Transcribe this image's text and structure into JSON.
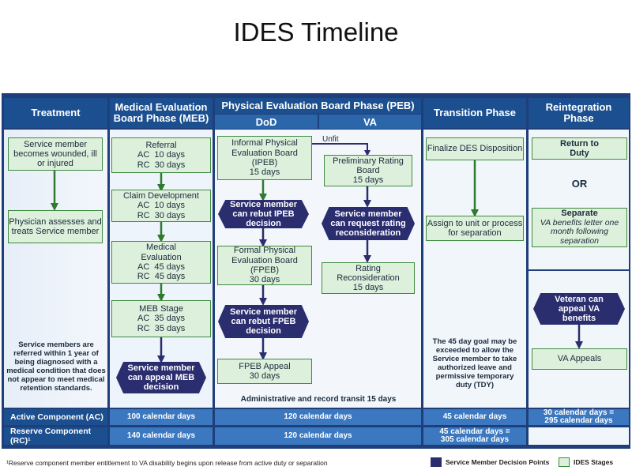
{
  "title": "IDES Timeline",
  "colors": {
    "dark_header": "#1b4f8f",
    "stage_green": "#ddf0dc",
    "decision_navy": "#2a2d6e",
    "bar_blue": "#3b78c0"
  },
  "headers": {
    "treatment": "Treatment",
    "meb": "Medical Evaluation Board Phase (MEB)",
    "peb": "Physical Evaluation Board Phase (PEB)",
    "peb_dod": "DoD",
    "peb_va": "VA",
    "transition": "Transition Phase",
    "reintegration": "Reintegration Phase"
  },
  "treatment": {
    "stage1": "Service member becomes wounded, ill or injured",
    "stage2": "Physician assesses and treats Service member",
    "note": "Service members are referred within 1 year of being diagnosed with a medical condition that does not appear to meet medical retention standards."
  },
  "meb": {
    "referral": {
      "name": "Referral",
      "ac": "AC  10 days",
      "rc": "RC  30 days"
    },
    "claim": {
      "name": "Claim Development",
      "ac": "AC  10 days",
      "rc": "RC  30 days"
    },
    "medeval": {
      "name": "Medical Evaluation",
      "ac": "AC  45 days",
      "rc": "RC  45 days"
    },
    "stage": {
      "name": "MEB Stage",
      "ac": "AC  35 days",
      "rc": "RC  35 days"
    },
    "decision": "Service member can appeal MEB decision"
  },
  "dod": {
    "ipeb": {
      "name": "Informal Physical Evaluation Board (IPEB)",
      "days": "15 days"
    },
    "rebut_ipeb": "Service member can rebut IPEB decision",
    "fpeb": {
      "name": "Formal Physical Evaluation Board (FPEB)",
      "days": "30 days"
    },
    "rebut_fpeb": "Service member can rebut FPEB decision",
    "appeal": {
      "name": "FPEB Appeal",
      "days": "30 days"
    },
    "admin": "Administrative and record transit 15 days"
  },
  "va": {
    "unfit": "Unfit",
    "prelim": {
      "name": "Preliminary Rating Board",
      "days": "15 days"
    },
    "request": "Service member can request rating reconsideration",
    "recon": {
      "name": "Rating Reconsideration",
      "days": "15 days"
    }
  },
  "transition": {
    "finalize": "Finalize DES Disposition",
    "assign": "Assign to unit or process for separation",
    "note": "The 45 day goal may be exceeded to allow the Service member to take authorized leave and permissive temporary duty (TDY)"
  },
  "reintegration": {
    "return": "Return to Duty",
    "or": "OR",
    "separate": "Separate",
    "separate_note": "VA benefits letter one month following separation",
    "appeal_decision": "Veteran can appeal VA benefits",
    "va_appeals": "VA Appeals"
  },
  "bars": {
    "ac_label": "Active Component (AC)",
    "rc_label": "Reserve Component (RC)¹",
    "ac": {
      "meb": "100 calendar days",
      "peb": "120 calendar days",
      "transition": "45 calendar days",
      "reintegration": "30 calendar days = 295 calendar days"
    },
    "rc": {
      "meb": "140 calendar days",
      "peb": "120 calendar days",
      "transition": "45 calendar days = 305 calendar days"
    }
  },
  "footer": {
    "note": "¹Reserve component member entitlement to VA disability begins upon release from active duty or separation",
    "legend_decision": "Service Member Decision Points",
    "legend_stage": "IDES Stages"
  }
}
